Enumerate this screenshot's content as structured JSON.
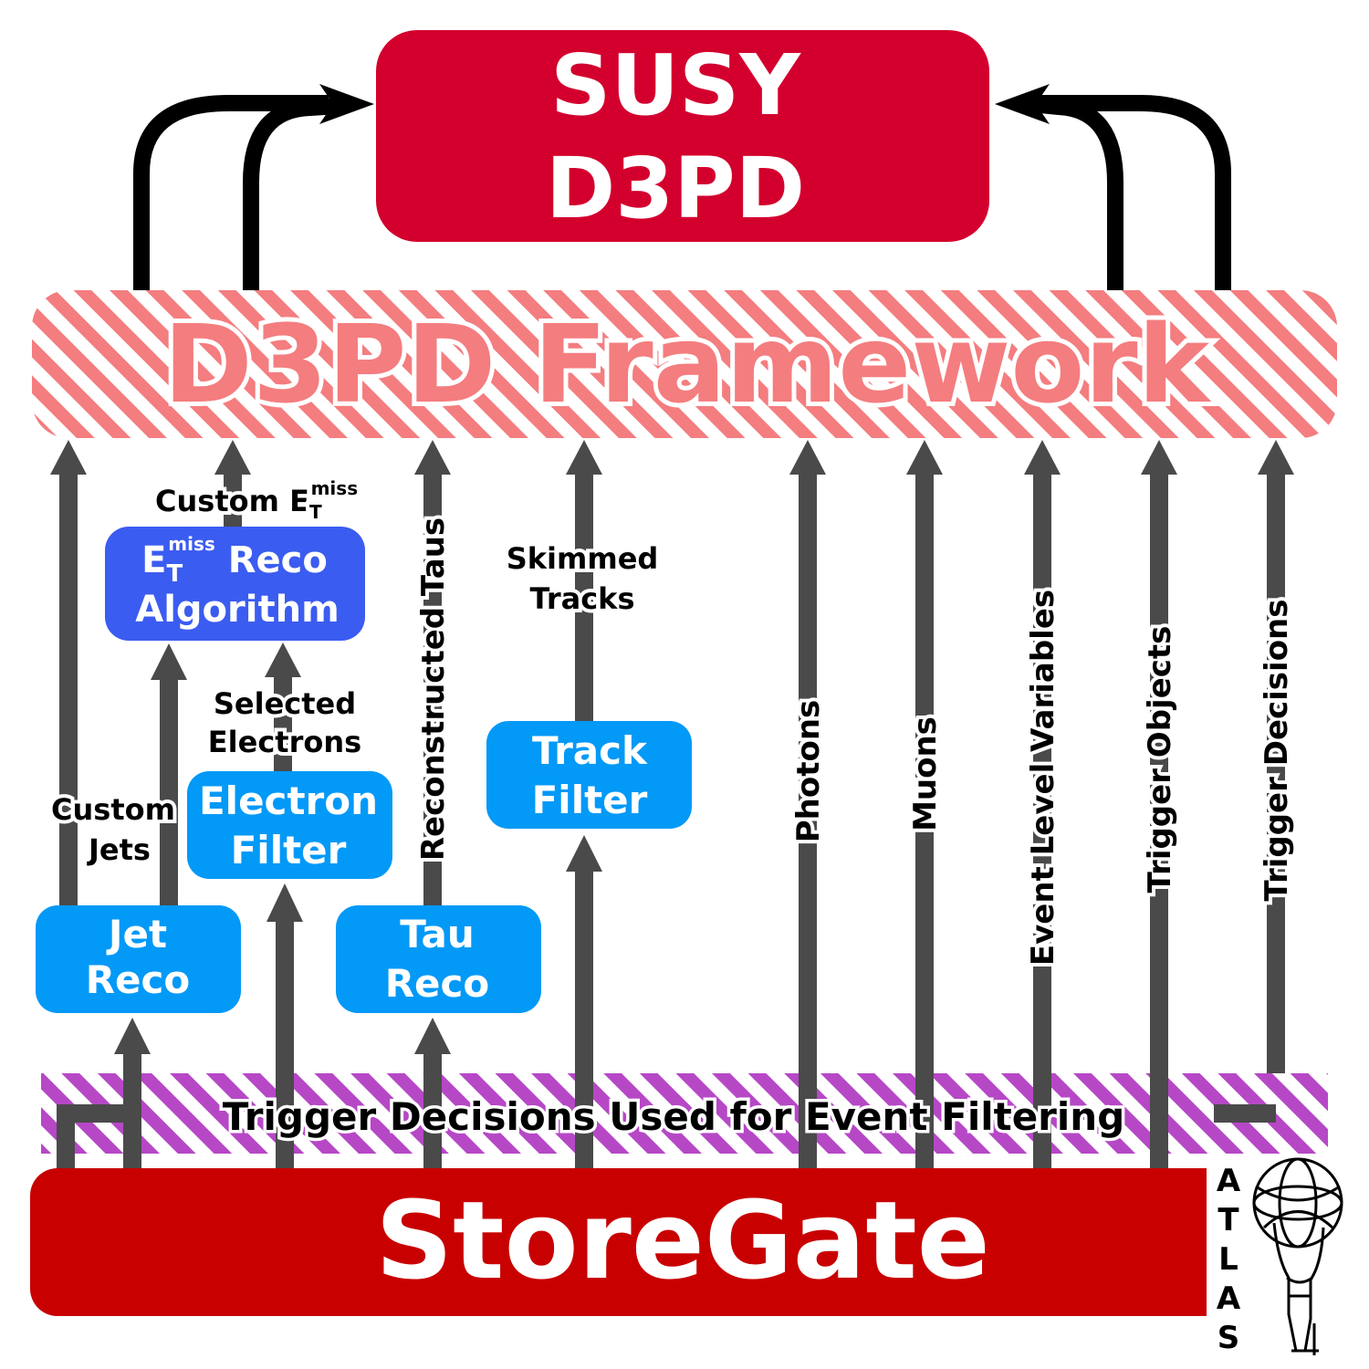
{
  "susy": {
    "line1": "SUSY",
    "line2": "D3PD"
  },
  "framework": {
    "title": "D3PD Framework"
  },
  "storegate": {
    "title": "StoreGate"
  },
  "trigger_band": {
    "title": "Trigger Decisions Used for Event Filtering"
  },
  "boxes": {
    "met_algo": {
      "line1_prefix": "E",
      "line1_sub": "T",
      "line1_sup": "miss",
      "line1_suffix": " Reco",
      "line2": "Algorithm"
    },
    "electron_filter": {
      "line1": "Electron",
      "line2": "Filter"
    },
    "track_filter": {
      "line1": "Track",
      "line2": "Filter"
    },
    "jet_reco": {
      "line1": "Jet",
      "line2": "Reco"
    },
    "tau_reco": {
      "line1": "Tau",
      "line2": "Reco"
    }
  },
  "labels": {
    "custom_met_prefix": "Custom E",
    "custom_met_sub": "T",
    "custom_met_sup": "miss",
    "custom_jets_1": "Custom",
    "custom_jets_2": "Jets",
    "selected_electrons_1": "Selected",
    "selected_electrons_2": "Electrons",
    "skimmed_tracks_1": "Skimmed",
    "skimmed_tracks_2": "Tracks",
    "reconstructed_taus": "Reconstructed Taus",
    "photons": "Photons",
    "muons": "Muons",
    "event_level_variables": "Event Level Variables",
    "trigger_objects": "Trigger Objects",
    "trigger_decisions": "Trigger Decisions"
  },
  "logo": {
    "letters": [
      "A",
      "T",
      "L",
      "A",
      "S"
    ]
  },
  "colors": {
    "susy": "#d3002e",
    "framework_stripe": "#f47d7f",
    "framework_text": "#f47d7f",
    "storegate": "#c80000",
    "trigger_stripe": "#b648c6",
    "box_light": "#0399f7",
    "box_dark": "#3b5cf0",
    "arrow": "#4a4a4a"
  }
}
